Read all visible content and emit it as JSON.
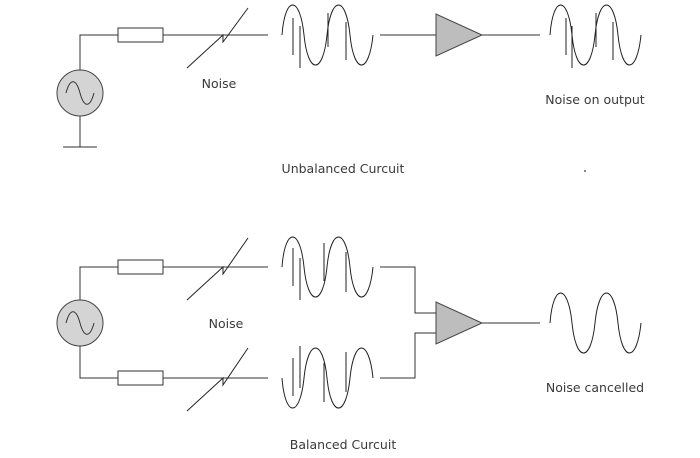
{
  "diagram": {
    "unbalanced": {
      "noise_label": "Noise",
      "output_label": "Noise on output",
      "caption": "Unbalanced Curcuit"
    },
    "balanced": {
      "noise_label": "Noise",
      "output_label": "Noise cancelled",
      "caption": "Balanced Curcuit"
    }
  }
}
